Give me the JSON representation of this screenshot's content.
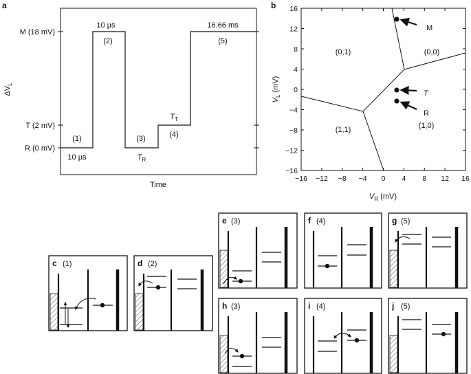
{
  "panel_a": {
    "label": "a",
    "ylabel": "ΔV",
    "ylabel_sub": "L",
    "xlabel": "Time",
    "ticks": [
      "M (18 mV)",
      "T (2 mV)",
      "R (0 mV)"
    ],
    "annotations": [
      "10 µs",
      "10 µs",
      "16.66 ms",
      "(1)",
      "(2)",
      "(3)",
      "(4)",
      "(5)"
    ],
    "t_r": "T",
    "t_r_sub": "R",
    "t_t": "T",
    "t_t_sub": "T"
  },
  "panel_b": {
    "label": "b",
    "xlabel": "V",
    "xlabel_sub": "R",
    "xlabel_unit": " (mV)",
    "ylabel": "V",
    "ylabel_sub": "L",
    "ylabel_unit": " (mV)",
    "xticks": [
      "−16",
      "−12",
      "−8",
      "−4",
      "0",
      "4",
      "8",
      "12",
      "16"
    ],
    "yticks": [
      "16",
      "12",
      "8",
      "4",
      "0",
      "−4",
      "−8",
      "−12",
      "−16"
    ],
    "regions": [
      "(0,1)",
      "(0,0)",
      "(1,1)",
      "(1,0)"
    ],
    "points": [
      "M",
      "T",
      "R"
    ]
  },
  "panels": {
    "c": "c",
    "c_step": "(1)",
    "d": "d",
    "d_step": "(2)",
    "e": "e",
    "e_step": "(3)",
    "f": "f",
    "f_step": "(4)",
    "g": "g",
    "g_step": "(5)",
    "h": "h",
    "h_step": "(3)",
    "i": "i",
    "i_step": "(4)",
    "j": "j",
    "j_step": "(5)"
  }
}
